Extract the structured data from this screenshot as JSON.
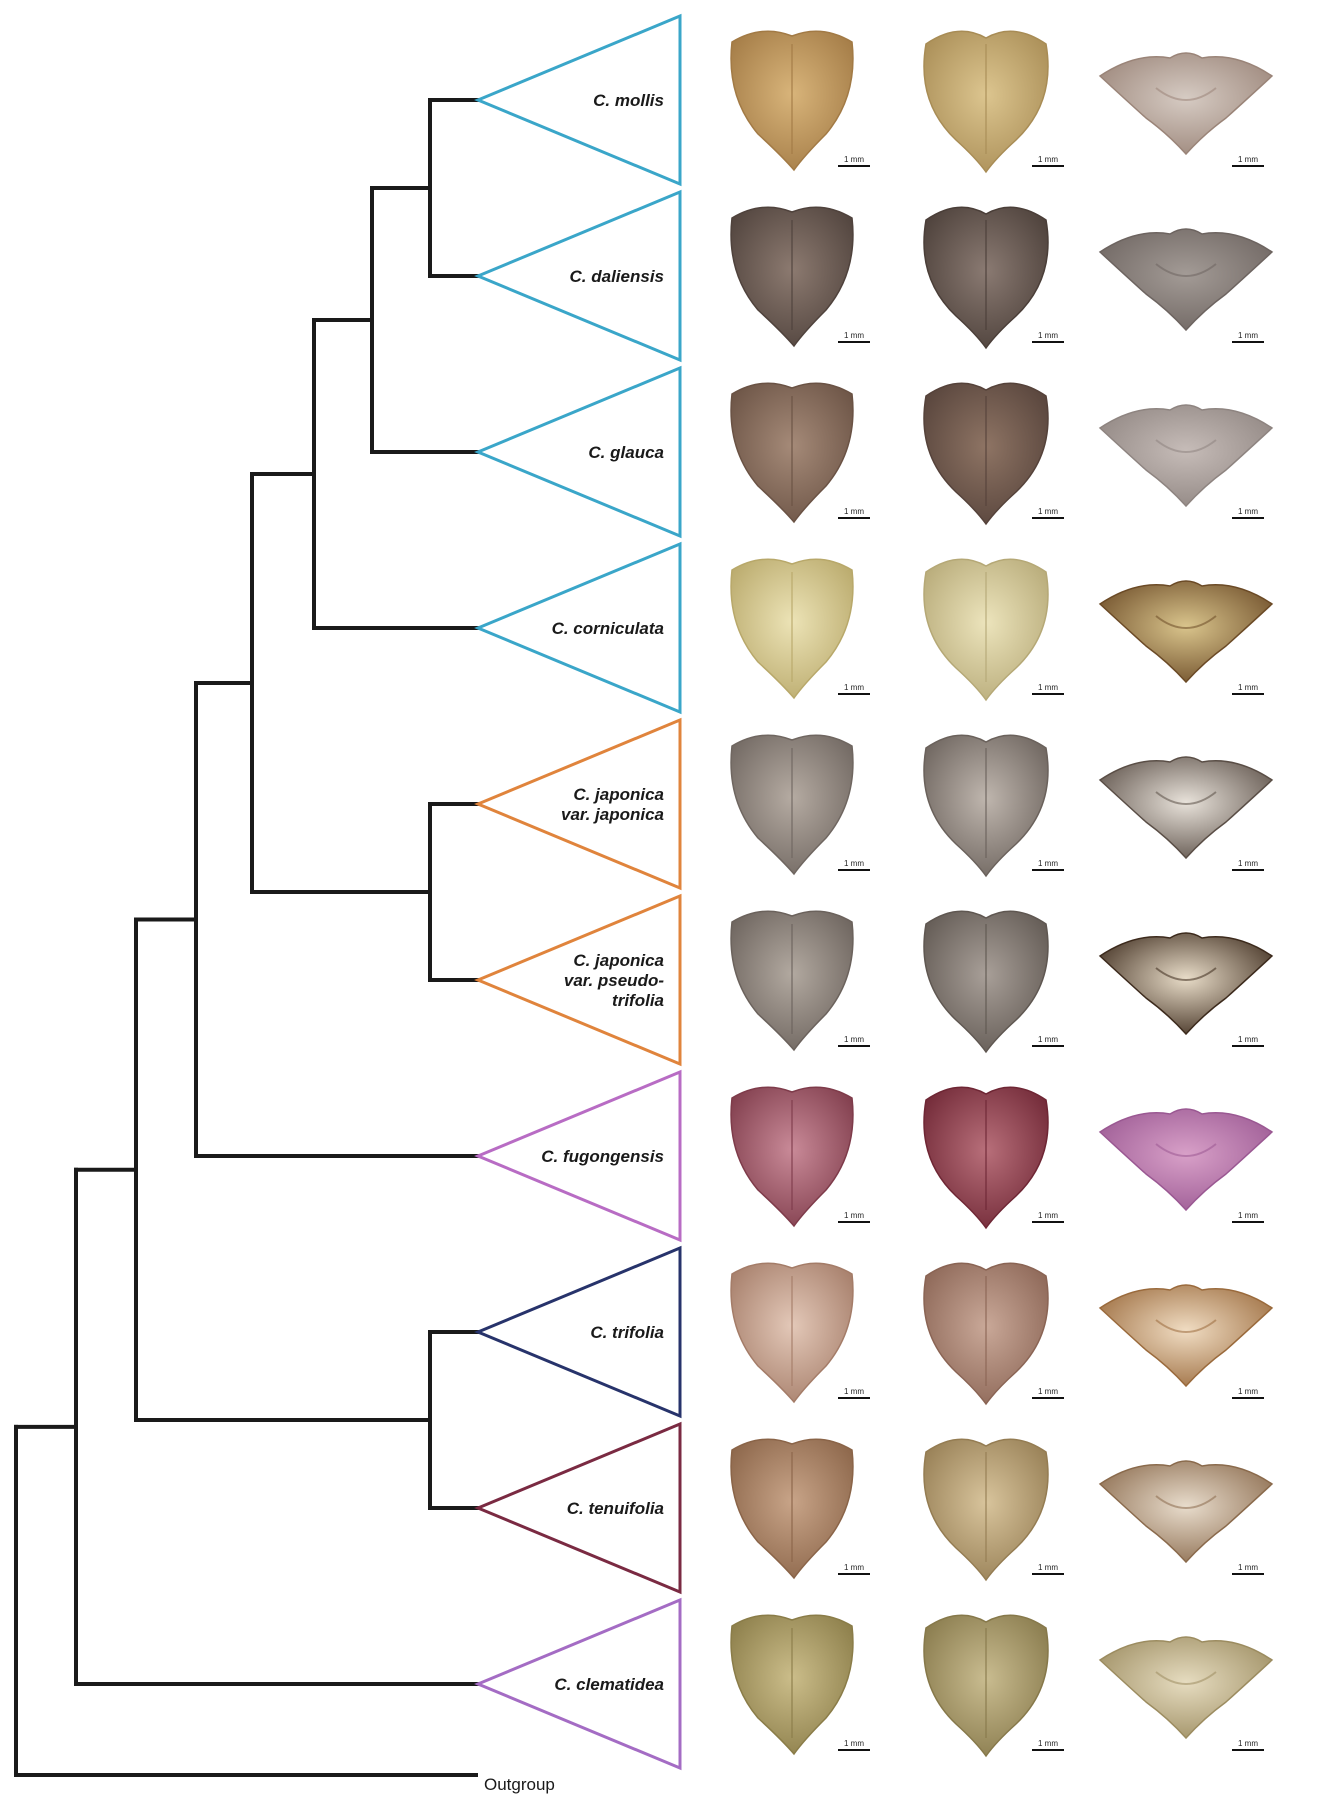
{
  "outgroup_label": "Outgroup",
  "scale_bar_label": "1 mm",
  "clades": [
    {
      "label": [
        "C. mollis"
      ],
      "color": "#3aa6c9",
      "photo_tones": [
        [
          "#d8b47a",
          "#a27a45"
        ],
        [
          "#dcc58f",
          "#a88c55"
        ],
        [
          "#d6cbc3",
          "#9a8478"
        ]
      ]
    },
    {
      "label": [
        "C. daliensis"
      ],
      "color": "#3aa6c9",
      "photo_tones": [
        [
          "#8c7a70",
          "#4f423c"
        ],
        [
          "#8a7a72",
          "#4a3e38"
        ],
        [
          "#a39b96",
          "#6d6460"
        ]
      ]
    },
    {
      "label": [
        "C. glauca"
      ],
      "color": "#3aa6c9",
      "photo_tones": [
        [
          "#a58a78",
          "#6a5244"
        ],
        [
          "#8e7464",
          "#55423a"
        ],
        [
          "#c6bcb8",
          "#8e8480"
        ]
      ]
    },
    {
      "label": [
        "C. corniculata"
      ],
      "color": "#3aa6c9",
      "photo_tones": [
        [
          "#ece3b6",
          "#b8a86a"
        ],
        [
          "#ece4bc",
          "#b5a876"
        ],
        [
          "#d9c48c",
          "#6b4a26"
        ]
      ]
    },
    {
      "label": [
        "C. japonica",
        "var. japonica"
      ],
      "color": "#e0843c",
      "photo_tones": [
        [
          "#b5aba2",
          "#6f6660"
        ],
        [
          "#bfb6ae",
          "#6a615b"
        ],
        [
          "#e8e2da",
          "#5a4e46"
        ]
      ]
    },
    {
      "label": [
        "C. japonica",
        "var. pseudo-",
        "trifolia"
      ],
      "color": "#e0843c",
      "photo_tones": [
        [
          "#b2a9a0",
          "#6b625c"
        ],
        [
          "#a89f98",
          "#5f5751"
        ],
        [
          "#e8dcc8",
          "#3c2a1c"
        ]
      ]
    },
    {
      "label": [
        "C. fugongensis"
      ],
      "color": "#b86cc4",
      "photo_tones": [
        [
          "#c98a98",
          "#7e3b4a"
        ],
        [
          "#b86f7a",
          "#6e2634"
        ],
        [
          "#d8a0c8",
          "#9a5892"
        ]
      ]
    },
    {
      "label": [
        "C. trifolia"
      ],
      "color": "#27336b",
      "photo_tones": [
        [
          "#e3c8b8",
          "#a47c68"
        ],
        [
          "#c9a898",
          "#8a6454"
        ],
        [
          "#f0dcc2",
          "#9a6a3c"
        ]
      ]
    },
    {
      "label": [
        "C. tenuifolia"
      ],
      "color": "#7a2a42",
      "photo_tones": [
        [
          "#c8a488",
          "#8a6448"
        ],
        [
          "#d8c49c",
          "#947c52"
        ],
        [
          "#e8dccc",
          "#8a6a4c"
        ]
      ]
    },
    {
      "label": [
        "C. clematidea"
      ],
      "color": "#a46cc4",
      "photo_tones": [
        [
          "#cbbd8a",
          "#8a7c48"
        ],
        [
          "#c9bc90",
          "#86784a"
        ],
        [
          "#e6dcc0",
          "#9c8c60"
        ]
      ]
    }
  ]
}
